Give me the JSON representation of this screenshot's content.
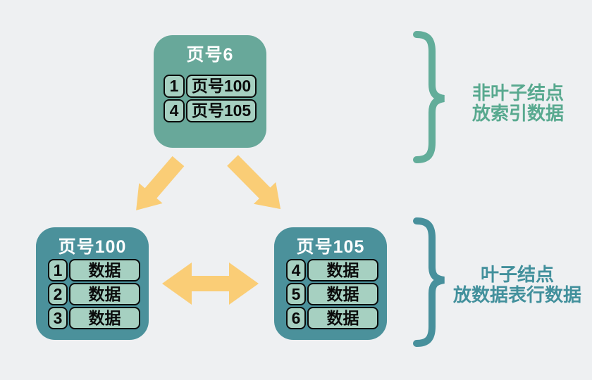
{
  "root_node": {
    "title": "页号6",
    "rows": [
      {
        "key": "1",
        "pointer": "页号100"
      },
      {
        "key": "4",
        "pointer": "页号105"
      }
    ]
  },
  "leaf_left": {
    "title": "页号100",
    "rows": [
      {
        "key": "1",
        "value": "数据"
      },
      {
        "key": "2",
        "value": "数据"
      },
      {
        "key": "3",
        "value": "数据"
      }
    ]
  },
  "leaf_right": {
    "title": "页号105",
    "rows": [
      {
        "key": "4",
        "value": "数据"
      },
      {
        "key": "5",
        "value": "数据"
      },
      {
        "key": "6",
        "value": "数据"
      }
    ]
  },
  "annotations": {
    "top": {
      "lines": [
        "非叶子结点",
        "放索引数据"
      ]
    },
    "bottom": {
      "lines": [
        "叶子结点",
        "放数据表行数据"
      ]
    }
  },
  "icons": {
    "arrow_down_left": "arrow-down-left",
    "arrow_down_right": "arrow-down-right",
    "arrow_double": "arrow-double-horizontal",
    "brace_top": "curly-brace",
    "brace_bottom": "curly-brace"
  },
  "colors": {
    "background": "#eef0f2",
    "root_node_fill": "#68A89A",
    "leaf_node_fill": "#4B919B",
    "cell_fill": "#A6D0C1",
    "cell_border": "#0b0b0b",
    "node_title_text": "#ffffff",
    "arrow": "#FACD76",
    "brace_top": "#62AD9A",
    "brace_bottom": "#47909C",
    "annotation_top_text": "#58A98F",
    "annotation_bottom_text": "#42909C"
  }
}
